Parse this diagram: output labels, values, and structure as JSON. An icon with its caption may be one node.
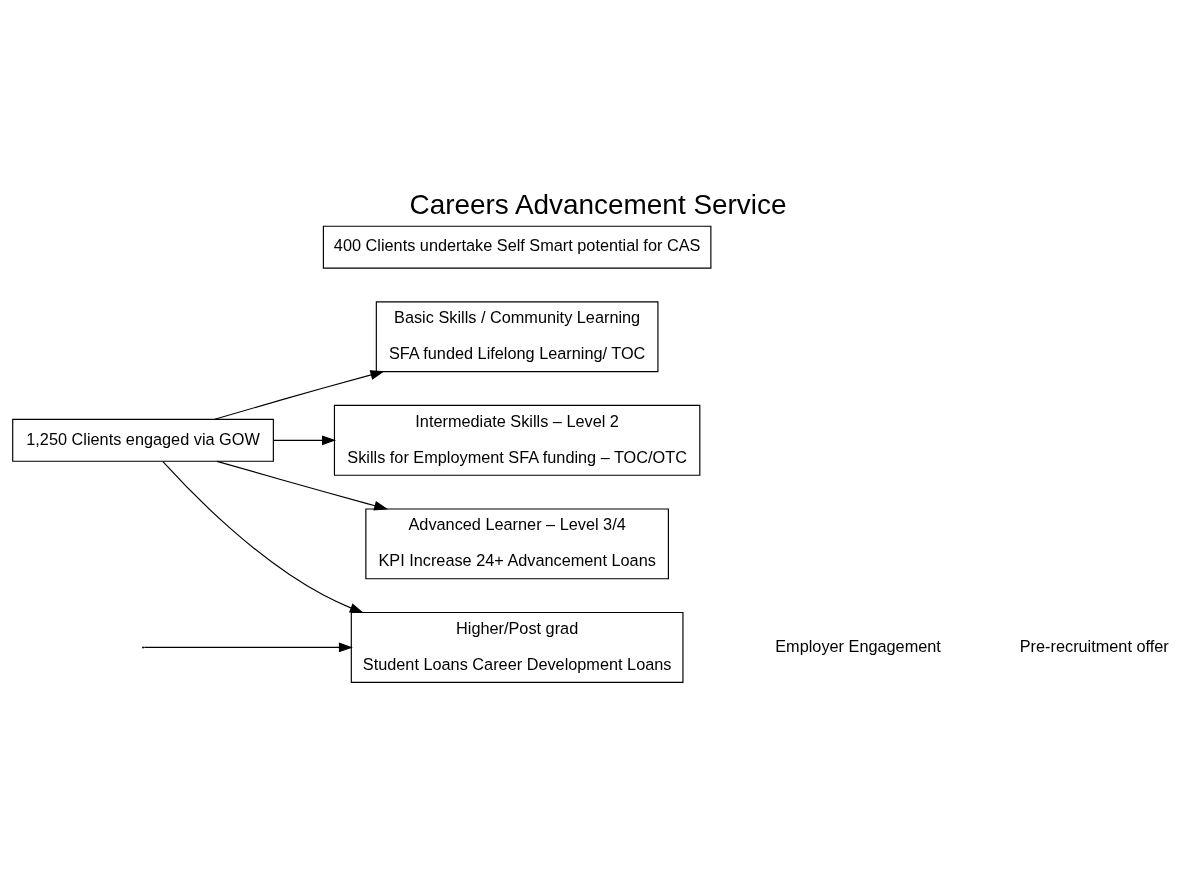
{
  "diagram": {
    "title": "Careers Advancement Service",
    "nodes": [
      {
        "text": [
          "1,250 Clients engaged via GOW"
        ]
      },
      {
        "text": [
          "400 Clients undertake Self Smart potential for CAS"
        ]
      },
      {
        "text": [
          "Basic Skills / Community Learning",
          "SFA funded Lifelong Learning/ TOC"
        ]
      },
      {
        "text": [
          "Intermediate Skills – Level 2",
          "Skills for Employment SFA funding – TOC/OTC"
        ]
      },
      {
        "text": [
          "Advanced Learner – Level 3/4",
          "KPI Increase 24+ Advancement Loans"
        ]
      },
      {
        "text": [
          "Higher/Post grad",
          "Student Loans Career Development Loans"
        ]
      }
    ],
    "edges": [
      {
        "from": 0,
        "to": 5,
        "arrow": "to"
      },
      {
        "from": 0,
        "to": 4,
        "arrow": "to"
      },
      {
        "from": 0,
        "to": 3,
        "arrow": "to"
      },
      {
        "from": 0,
        "to": 2,
        "arrow": "to"
      },
      {
        "from": null,
        "to": 5,
        "arrow": "to"
      }
    ],
    "labels": [
      "Employer Engagement",
      "Pre-recruitment offer"
    ]
  }
}
